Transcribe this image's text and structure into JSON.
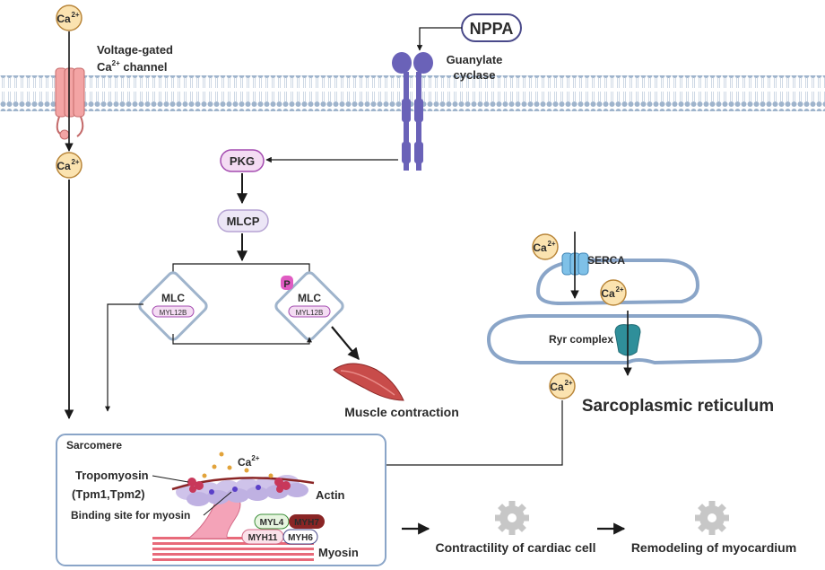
{
  "ions": {
    "ca": "Ca",
    "charge": "2+"
  },
  "channel": {
    "line1": "Voltage-gated",
    "ca": "Ca",
    "charge": "2+",
    "line2": " channel"
  },
  "nppa": "NPPA",
  "guanylate": {
    "line1": "Guanylate",
    "line2": "cyclase"
  },
  "pkg": "PKG",
  "mlcp": "MLCP",
  "mlc": {
    "label": "MLC",
    "sub": "MYL12B",
    "phospho": "P"
  },
  "muscle_contraction": "Muscle contraction",
  "serca": "SERCA",
  "ryr": "Ryr complex",
  "sr_title": "Sarcoplasmic reticulum",
  "sarcomere": {
    "title": "Sarcomere",
    "tropomyosin": "Tropomyosin",
    "tpm": "(Tpm1,Tpm2)",
    "binding": "Binding site for myosin",
    "actin": "Actin",
    "myosin": "Myosin",
    "myl4": "MYL4",
    "myh7": "MYH7",
    "myh11": "MYH11",
    "myh6": "MYH6"
  },
  "contractility": "Contractility of cardiac cell",
  "remodeling": "Remodeling of myocardium",
  "colors": {
    "ion_fill": "#fbe3b0",
    "ion_stroke": "#b9863a",
    "membrane": "#9fb4cc",
    "receptor": "#6a62b8",
    "channel": "#f3a4a4",
    "pkg_border": "#a44bb0",
    "sarcomere_border": "#8aa5c8",
    "myh7": "#8a2525"
  }
}
